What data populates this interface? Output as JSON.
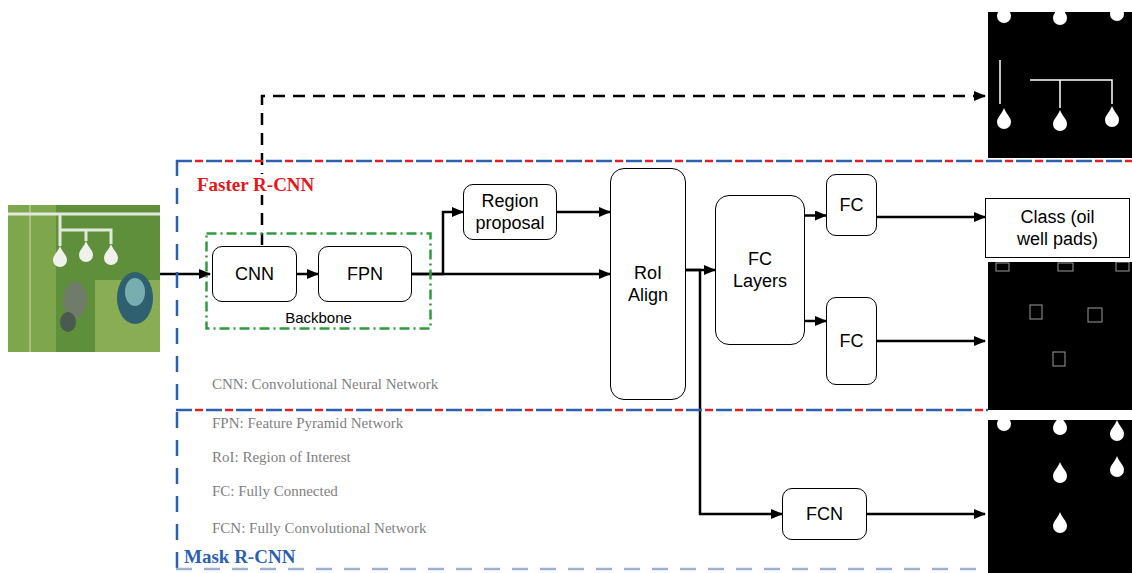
{
  "diagram": {
    "nodes": [
      {
        "text": [
          "Mask R-CNN"
        ]
      },
      {
        "text": [
          "Faster R-CNN"
        ],
        "in": 0
      },
      {
        "text": [
          "Backbone"
        ],
        "in": 1
      },
      {
        "text": [
          "CNN"
        ],
        "in": 2
      },
      {
        "text": [
          "FPN"
        ],
        "in": 2
      },
      {
        "text": [
          "Region proposal"
        ],
        "in": 1
      },
      {
        "text": [
          "RoI Align"
        ],
        "in": 1
      },
      {
        "text": [
          "FC Layers"
        ],
        "in": 1
      },
      {
        "text": [
          "FC"
        ],
        "in": 1
      },
      {
        "text": [
          "FC"
        ],
        "in": 1
      },
      {
        "text": [
          "Class (oil well pads)"
        ],
        "in": 1
      },
      {
        "text": [
          "FCN"
        ],
        "in": 0
      }
    ],
    "edges": [
      {
        "from": 3,
        "to": 4,
        "arrow": "to"
      },
      {
        "from": 4,
        "to": 6,
        "arrow": "to"
      },
      {
        "from": 4,
        "to": 5,
        "arrow": "to"
      },
      {
        "from": 5,
        "to": 6,
        "arrow": "to"
      },
      {
        "from": 6,
        "to": 7,
        "arrow": "to"
      },
      {
        "from": 7,
        "to": 8,
        "arrow": "to"
      },
      {
        "from": 7,
        "to": 9,
        "arrow": "to"
      },
      {
        "from": 8,
        "to": 10,
        "arrow": "to"
      },
      {
        "from": 6,
        "to": 11,
        "arrow": "to"
      }
    ],
    "labels": [
      "CNN: Convolutional Neural Network",
      "FPN: Feature Pyramid Network",
      "RoI: Region of Interest",
      "FC: Fully Connected",
      "FCN: Fully Convolutional Network"
    ]
  }
}
